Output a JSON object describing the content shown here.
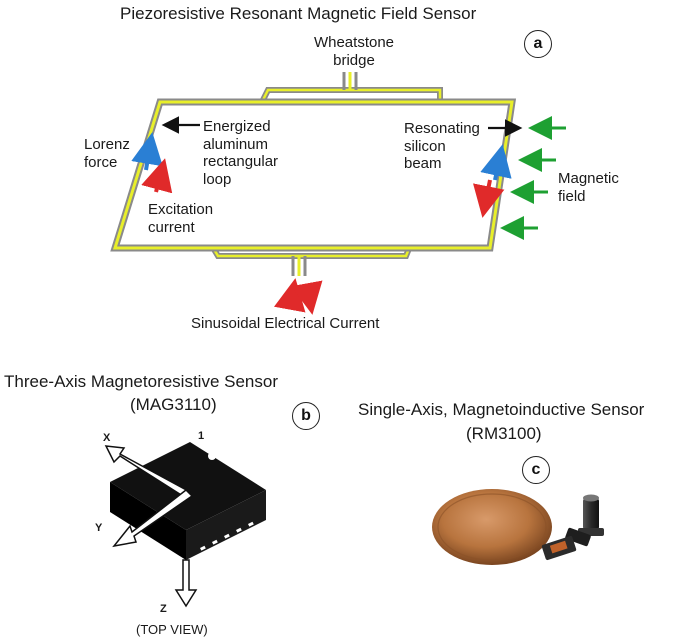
{
  "panel_a": {
    "title": "Piezoresistive Resonant Magnetic Field Sensor",
    "badge": "a",
    "wheatstone": [
      "Wheatstone",
      "bridge"
    ],
    "lorenz": [
      "Lorenz",
      "force"
    ],
    "energized": [
      "Energized",
      "aluminum",
      "rectangular",
      "loop"
    ],
    "resonating": [
      "Resonating",
      "silicon",
      "beam"
    ],
    "excitation": [
      "Excitation",
      "current"
    ],
    "magnetic": [
      "Magnetic",
      "field"
    ],
    "sinusoidal": "Sinusoidal Electrical Current",
    "colors": {
      "loop_outer": "#8a8a8a",
      "loop_inner": "#e8ef2a",
      "lorenz_arrow": "#2a7fd4",
      "current_arrow": "#e02a2a",
      "field_arrow": "#1ea032"
    }
  },
  "panel_b": {
    "title": "Three-Axis Magnetoresistive  Sensor",
    "subtitle": "(MAG3110)",
    "badge": "b",
    "axis_x": "X",
    "axis_y": "Y",
    "axis_z": "Z",
    "pin": "1",
    "view": "(TOP VIEW)"
  },
  "panel_c": {
    "title": "Single-Axis, Magnetoinductive Sensor",
    "subtitle": "(RM3100)",
    "badge": "c"
  }
}
